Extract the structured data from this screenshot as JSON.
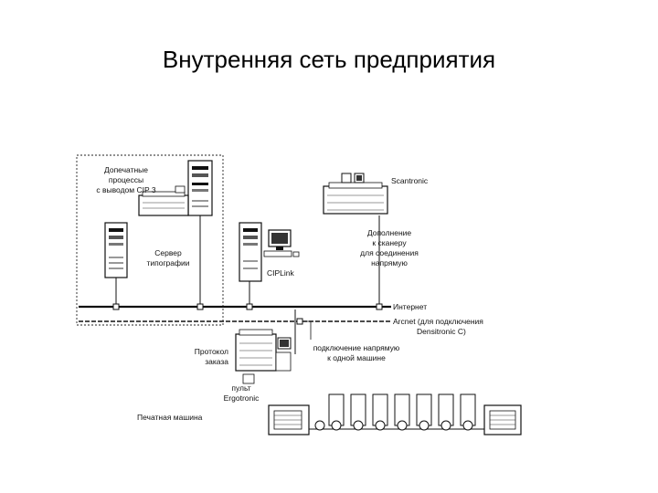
{
  "slide": {
    "title": "Внутренняя сеть предприятия"
  },
  "diagram": {
    "labels": {
      "prepress_line1": "Допечатные",
      "prepress_line2": "процессы",
      "prepress_line3": "с выводом CIP 3",
      "server_line1": "Сервер",
      "server_line2": "типографии",
      "ciplink": "CIPLink",
      "scantronic": "Scantronic",
      "scanner_line1": "Дополнение",
      "scanner_line2": "к сканеру",
      "scanner_line3": "для соединения",
      "scanner_line4": "напрямую",
      "internet": "Интернет",
      "arcnet_line1": "Arcnet (для подключения",
      "arcnet_line2": "Densitronic C)",
      "protocol_line1": "Протокол",
      "protocol_line2": "заказа",
      "direct_line1": "подключение напрямую",
      "direct_line2": "к одной машине",
      "console_line1": "пульт",
      "console_line2": "Ergotronic",
      "press": "Печатная машина"
    }
  }
}
